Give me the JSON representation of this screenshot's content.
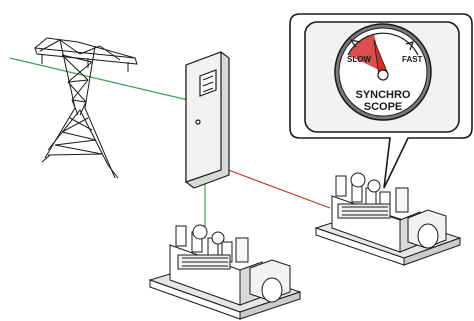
{
  "gauge": {
    "slow_label": "SLOW",
    "fast_label": "FAST",
    "title_line1": "SYNCHRO",
    "title_line2": "SCOPE"
  },
  "colors": {
    "grid_line": "#3aa05a",
    "generator_line": "#c0392b",
    "outline": "#1a1a1a",
    "slow_sector": "#d4302b",
    "cabinet_fill": "#f2f2f2"
  }
}
